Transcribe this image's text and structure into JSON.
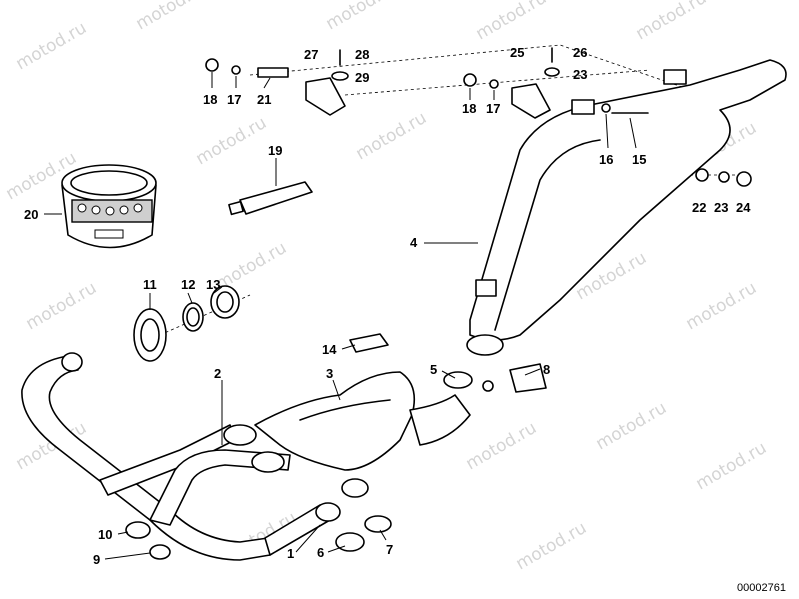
{
  "watermark": "motod.ru",
  "document_number": "00002761",
  "callouts": {
    "c1": "1",
    "c2": "2",
    "c3": "3",
    "c4": "4",
    "c5": "5",
    "c6": "6",
    "c7": "7",
    "c8": "8",
    "c9": "9",
    "c10": "10",
    "c11": "11",
    "c12": "12",
    "c13": "13",
    "c14": "14",
    "c15": "15",
    "c16": "16",
    "c17a": "17",
    "c17b": "17",
    "c18a": "18",
    "c18b": "18",
    "c19": "19",
    "c20": "20",
    "c21": "21",
    "c22": "22",
    "c23a": "23",
    "c23b": "23",
    "c24": "24",
    "c25": "25",
    "c26": "26",
    "c27": "27",
    "c28": "28",
    "c29": "29"
  }
}
